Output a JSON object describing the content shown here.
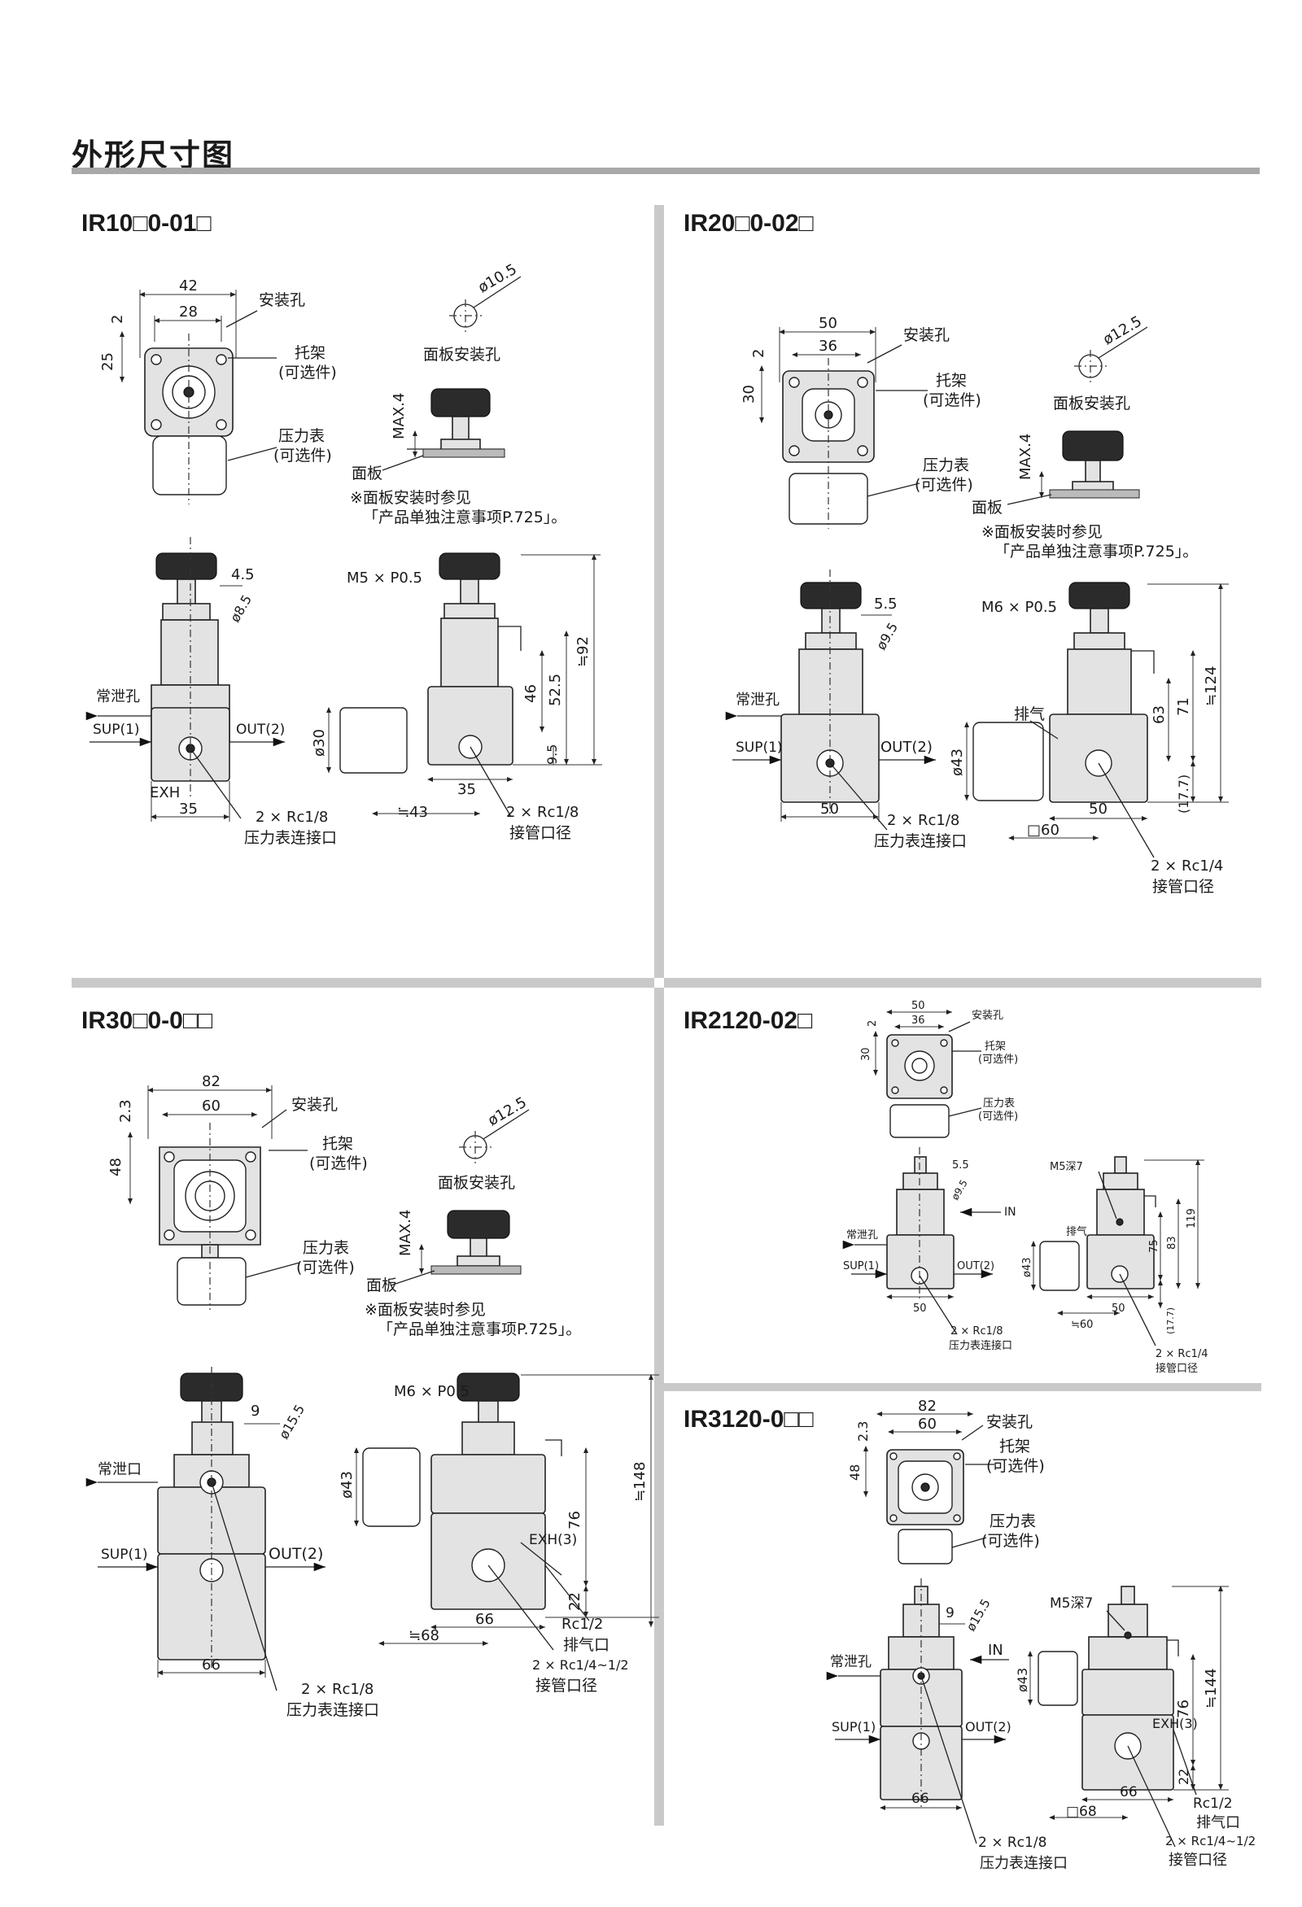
{
  "page": {
    "heading": "外形尺寸图"
  },
  "sections": {
    "ir10": {
      "model": "IR10□0-01□",
      "dims": {
        "d42": "42",
        "d28": "28",
        "d2": "2",
        "d25": "25",
        "d10_5": "ø10.5",
        "max4": "MAX.4",
        "d4_5": "4.5",
        "d8_5": "ø8.5",
        "m5": "M5 × P0.5",
        "d92": "≒92",
        "d52_5": "52.5",
        "d46": "46",
        "d9_5": "9.5",
        "d30": "ø30",
        "d35a": "35",
        "d35b": "35",
        "d43": "≒43"
      },
      "labels": {
        "mount_hole": "安装孔",
        "bracket": "托架",
        "bracket_opt": "(可选件)",
        "gauge": "压力表",
        "gauge_opt": "(可选件)",
        "panel_hole": "面板安装孔",
        "panel": "面板",
        "note1": "※面板安装时参见",
        "note2": "「产品单独注意事项P.725」。",
        "relief": "常泄孔",
        "sup": "SUP(1)",
        "out": "OUT(2)",
        "exh": "EXH",
        "port1": "2 × Rc1/8",
        "port1_name": "压力表连接口",
        "port2": "2 × Rc1/8",
        "port2_name": "接管口径"
      }
    },
    "ir20": {
      "model": "IR20□0-02□",
      "dims": {
        "d50": "50",
        "d36": "36",
        "d2": "2",
        "d30": "30",
        "d12_5": "ø12.5",
        "max4": "MAX.4",
        "d5_5": "5.5",
        "d9_5": "ø9.5",
        "m6": "M6 × P0.5",
        "d124": "≒124",
        "d71": "71",
        "d63": "63",
        "d43": "ø43",
        "d50a": "50",
        "d50b": "50",
        "d60": "□60",
        "d17_7": "(17.7)"
      },
      "labels": {
        "mount_hole": "安装孔",
        "bracket": "托架",
        "bracket_opt": "(可选件)",
        "gauge": "压力表",
        "gauge_opt": "(可选件)",
        "panel_hole": "面板安装孔",
        "panel": "面板",
        "note1": "※面板安装时参见",
        "note2": "「产品单独注意事项P.725」。",
        "relief": "常泄孔",
        "exhaust": "排气",
        "sup": "SUP(1)",
        "out": "OUT(2)",
        "port1": "2 × Rc1/8",
        "port1_name": "压力表连接口",
        "port2": "2 × Rc1/4",
        "port2_name": "接管口径"
      }
    },
    "ir30": {
      "model": "IR30□0-0□□",
      "dims": {
        "d82": "82",
        "d60": "60",
        "d2_3": "2.3",
        "d48": "48",
        "d12_5": "ø12.5",
        "max4": "MAX.4",
        "d9": "9",
        "d15_5": "ø15.5",
        "m6": "M6 × P0.5",
        "d148": "≒148",
        "d76": "76",
        "d22": "22",
        "d43": "ø43",
        "d66a": "66",
        "d66b": "66",
        "d68": "≒68"
      },
      "labels": {
        "mount_hole": "安装孔",
        "bracket": "托架",
        "bracket_opt": "(可选件)",
        "gauge": "压力表",
        "gauge_opt": "(可选件)",
        "panel_hole": "面板安装孔",
        "panel": "面板",
        "note1": "※面板安装时参见",
        "note2": "「产品单独注意事项P.725」。",
        "relief": "常泄口",
        "sup": "SUP(1)",
        "out": "OUT(2)",
        "exh": "EXH(3)",
        "rc12": "Rc1/2",
        "exhaust_port": "排气口",
        "port1": "2 × Rc1/8",
        "port1_name": "压力表连接口",
        "port2": "2 × Rc1/4~1/2",
        "port2_name": "接管口径"
      }
    },
    "ir2120": {
      "model": "IR2120-02□",
      "dims": {
        "d50": "50",
        "d36": "36",
        "d2": "2",
        "d30": "30",
        "d5_5": "5.5",
        "d9_5": "ø9.5",
        "m5": "M5深7",
        "d119": "119",
        "d83": "83",
        "d75": "75",
        "d43": "ø43",
        "d50a": "50",
        "d50b": "50",
        "d60": "≒60",
        "d17_7": "(17.7)"
      },
      "labels": {
        "mount_hole": "安装孔",
        "bracket": "托架",
        "bracket_opt": "(可选件)",
        "gauge": "压力表",
        "gauge_opt": "(可选件)",
        "in": "IN",
        "relief": "常泄孔",
        "exhaust": "排气",
        "sup": "SUP(1)",
        "out": "OUT(2)",
        "port1": "2 × Rc1/8",
        "port1_name": "压力表连接口",
        "port2": "2 × Rc1/4",
        "port2_name": "接管口径"
      }
    },
    "ir3120": {
      "model": "IR3120-0□□",
      "dims": {
        "d82": "82",
        "d60": "60",
        "d2_3": "2.3",
        "d48": "48",
        "d9": "9",
        "d15_5": "ø15.5",
        "m5": "M5深7",
        "d144": "≒144",
        "d76": "76",
        "d22": "22",
        "d43": "ø43",
        "d66a": "66",
        "d66b": "66",
        "d68": "□68"
      },
      "labels": {
        "mount_hole": "安装孔",
        "bracket": "托架",
        "bracket_opt": "(可选件)",
        "gauge": "压力表",
        "gauge_opt": "(可选件)",
        "in": "IN",
        "relief": "常泄孔",
        "sup": "SUP(1)",
        "out": "OUT(2)",
        "exh": "EXH(3)",
        "rc12": "Rc1/2",
        "exhaust_port": "排气口",
        "port1": "2 × Rc1/8",
        "port1_name": "压力表连接口",
        "port2": "2 × Rc1/4~1/2",
        "port2_name": "接管口径"
      }
    }
  }
}
